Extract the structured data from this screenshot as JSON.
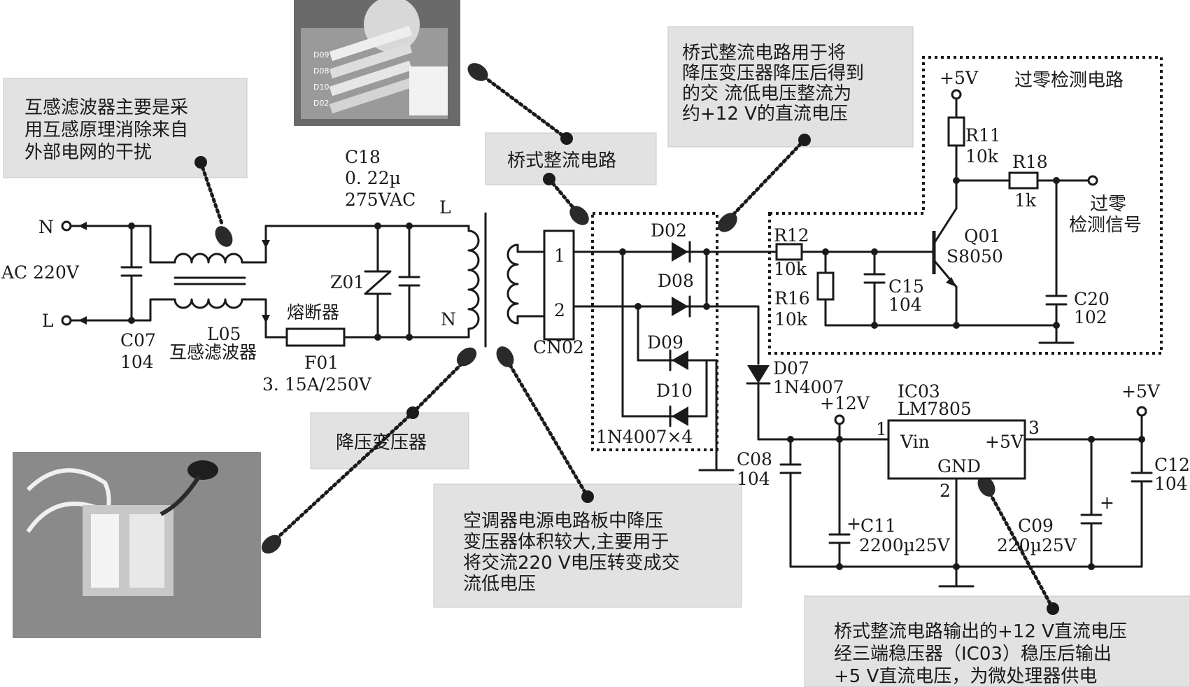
{
  "notes": {
    "filter": [
      "互感滤波器主要是采",
      "用互感原理消除来自",
      "外部电网的干扰"
    ],
    "bridge": "桥式整流电路",
    "bridge_desc": [
      "桥式整流电路用于将",
      "降压变压器降压后得到",
      "的交 流低电压整流为",
      "约+12 V的直流电压"
    ],
    "transformer": "降压变压器",
    "transformer_desc": [
      "空调器电源电路板中降压",
      "变压器体积较大,主要用于",
      "将交流220 V电压转变成交",
      "流低电压"
    ],
    "regulator_desc": [
      "桥式整流电路输出的+12 V直流电压",
      "经三端稳压器（IC03）稳压后输出",
      "+5 V直流电压，为微处理器供电"
    ]
  },
  "labels": {
    "n": "N",
    "l": "L",
    "ac": "AC 220V",
    "c07": "C07",
    "c07v": "104",
    "l05": "L05",
    "l05n": "互感滤波器",
    "c18": "C18",
    "c18v": "0. 22µ",
    "c18r": "275VAC",
    "z01": "Z01",
    "fuse": "熔断器",
    "f01": "F01",
    "f01v": "3. 15A/250V",
    "tl": "L",
    "tn": "N",
    "cn02": "CN02",
    "p1": "1",
    "p2": "2",
    "d02": "D02",
    "d08": "D08",
    "d09": "D09",
    "d10": "D10",
    "dset": "1N4007×4",
    "d07": "D07",
    "d07v": "1N4007",
    "zc_title": "过零检测电路",
    "p5v": "+5V",
    "r11": "R11",
    "r11v": "10k",
    "r18": "R18",
    "r18v": "1k",
    "zc_sig1": "过零",
    "zc_sig2": "检测信号",
    "r12": "R12",
    "r12v": "10k",
    "r16": "R16",
    "r16v": "10k",
    "q01": "Q01",
    "q01v": "S8050",
    "c15": "C15",
    "c15v": "104",
    "c20": "C20",
    "c20v": "102",
    "p12v": "+12V",
    "ic03": "IC03",
    "ic03v": "LM7805",
    "vin": "Vin",
    "vout": "+5V",
    "gnd": "GND",
    "pin1": "1",
    "pin2": "2",
    "pin3": "3",
    "p5v2": "+5V",
    "c08": "C08",
    "c08v": "104",
    "c11": "C11",
    "c11v": "2200µ25V",
    "c09": "C09",
    "c09v": "220µ25V",
    "c12": "C12",
    "c12v": "104",
    "plus": "+"
  },
  "photo_labels": [
    "D09",
    "D08",
    "D10",
    "D02"
  ]
}
